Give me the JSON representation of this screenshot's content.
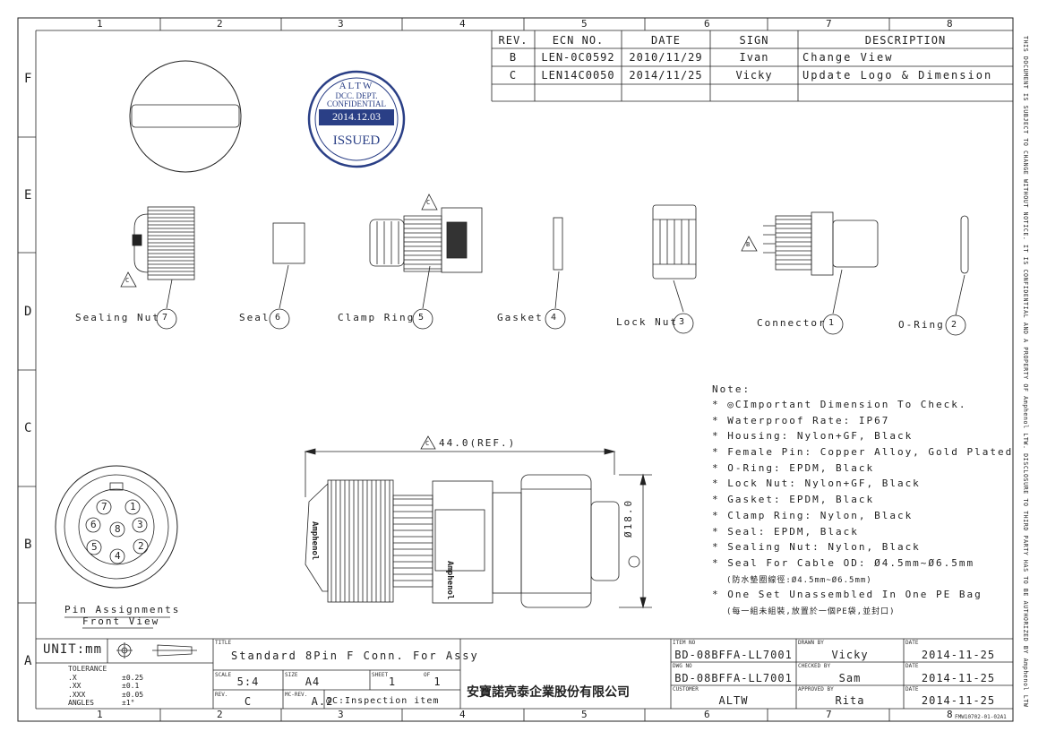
{
  "grid": {
    "columns": [
      "1",
      "2",
      "3",
      "4",
      "5",
      "6",
      "7",
      "8"
    ],
    "rows": [
      "F",
      "E",
      "D",
      "C",
      "B",
      "A"
    ]
  },
  "revisions": {
    "headers": [
      "REV.",
      "ECN NO.",
      "DATE",
      "SIGN",
      "DESCRIPTION"
    ],
    "rows": [
      [
        "B",
        "LEN-0C0592",
        "2010/11/29",
        "Ivan",
        "Change View"
      ],
      [
        "C",
        "LEN14C0050",
        "2014/11/25",
        "Vicky",
        "Update Logo & Dimension"
      ]
    ]
  },
  "stamp": {
    "top": "ALTW",
    "dept": "DCC. DEPT.",
    "confidential": "CONFIDENTIAL",
    "date": "2014.12.03",
    "status": "ISSUED"
  },
  "parts": [
    {
      "name": "Sealing Nut",
      "num": "7"
    },
    {
      "name": "Seal",
      "num": "6"
    },
    {
      "name": "Clamp Ring",
      "num": "5"
    },
    {
      "name": "Gasket",
      "num": "4"
    },
    {
      "name": "Lock Nut",
      "num": "3"
    },
    {
      "name": "Connector",
      "num": "1"
    },
    {
      "name": "O-Ring",
      "num": "2"
    }
  ],
  "markers": {
    "c": "C",
    "b": "B"
  },
  "dimensions": {
    "length": "44.0(REF.)",
    "diameter": "Ø18.0"
  },
  "brand": "Amphenol",
  "pins": {
    "numbers": [
      "1",
      "2",
      "3",
      "4",
      "5",
      "6",
      "7",
      "8"
    ],
    "title": "Pin Assignments",
    "subtitle": "Front View"
  },
  "notes": {
    "title": "Note:",
    "items": [
      "* ◎CImportant Dimension To Check.",
      "* Waterproof Rate: IP67",
      "* Housing: Nylon+GF, Black",
      "* Female Pin: Copper Alloy, Gold Plated",
      "* O-Ring: EPDM, Black",
      "* Lock Nut: Nylon+GF, Black",
      "* Gasket: EPDM, Black",
      "* Clamp Ring: Nylon, Black",
      "* Seal: EPDM, Black",
      "* Sealing Nut: Nylon, Black",
      "* Seal For Cable OD: Ø4.5mm~Ø6.5mm",
      "(防水墊圈線徑:Ø4.5mm~Ø6.5mm)",
      "* One Set Unassembled In One PE Bag",
      "(每一組未組裝,放置於一個PE袋,並封口)"
    ]
  },
  "side_text": "THIS DOCUMENT IS SUBJECT TO CHANGE WITHOUT NOTICE. IT IS CONFIDENTIAL AND A PROPERTY OF Amphenol LTW. DISCLOSURE TO THIRD PARTY HAS TO BE AUTHORIZED BY Amphenol LTW",
  "title_block": {
    "unit": "UNIT:mm",
    "tolerance_title": "TOLERANCE",
    "tolerances": [
      {
        "label": ".X",
        "value": "±0.25"
      },
      {
        "label": ".XX",
        "value": "±0.1"
      },
      {
        "label": ".XXX",
        "value": "±0.05"
      },
      {
        "label": "ANGLES",
        "value": "±1°"
      }
    ],
    "title_label": "TITLE",
    "title": "Standard 8Pin F Conn. For Assy",
    "scale_label": "SCALE",
    "scale": "5:4",
    "size_label": "SIZE",
    "size": "A4",
    "sheet_label": "SHEET",
    "sheet": "1",
    "of_label": "OF",
    "of": "1",
    "rev_label": "REV.",
    "rev": "C",
    "mcrev_label": "MC-REV.",
    "mcrev": "A.2",
    "inspection": "◎C:Inspection item",
    "company": "安寶諾亮泰企業股份有限公司",
    "item_no_label": "ITEM NO",
    "item_no": "BD-08BFFA-LL7001",
    "dwg_no_label": "DWG NO",
    "dwg_no": "BD-08BFFA-LL7001",
    "customer_label": "CUSTOMER",
    "customer": "ALTW",
    "drawn_label": "DRAWN BY",
    "drawn": "Vicky",
    "checked_label": "CHECKED BY",
    "checked": "Sam",
    "approved_label": "APPROVED BY",
    "approved": "Rita",
    "date_label": "DATE",
    "dates": [
      "2014-11-25",
      "2014-11-25",
      "2014-11-25"
    ],
    "form_no": "FMW10702-01-02A1"
  }
}
